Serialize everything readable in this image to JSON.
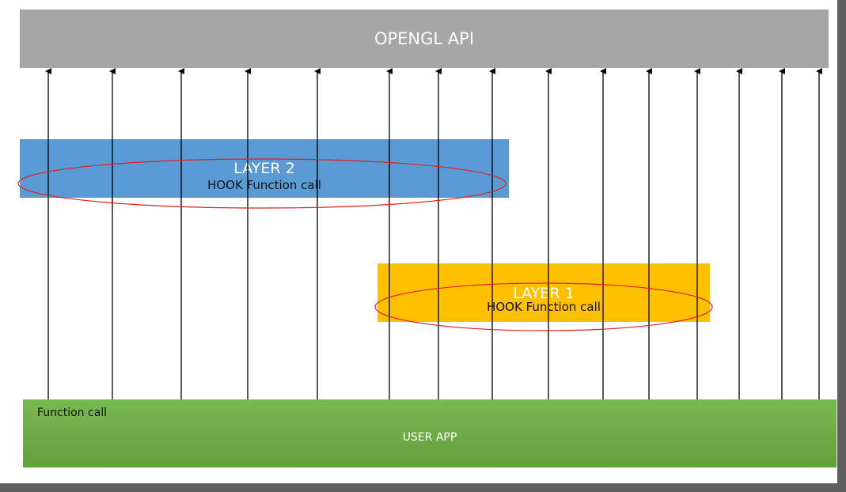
{
  "opengl": {
    "label": "OPENGL API",
    "color": "#a6a6a6"
  },
  "layer2": {
    "label": "LAYER 2",
    "hook": "HOOK Function call",
    "color": "#5b9bd5"
  },
  "layer1": {
    "label": "LAYER 1",
    "hook": "HOOK Function call",
    "color": "#ffc000"
  },
  "user_app": {
    "label": "USER APP",
    "function_call": "Function call",
    "color": "#70ad47"
  },
  "highlight_color": "#e02020",
  "arrow_color": "#000000",
  "calls": [
    {
      "name": "call-1",
      "hooked_by_layer2": true,
      "hooked_by_layer1": false
    },
    {
      "name": "call-2",
      "hooked_by_layer2": true,
      "hooked_by_layer1": false
    },
    {
      "name": "call-3",
      "hooked_by_layer2": true,
      "hooked_by_layer1": false
    },
    {
      "name": "call-4",
      "hooked_by_layer2": true,
      "hooked_by_layer1": false
    },
    {
      "name": "call-5",
      "hooked_by_layer2": true,
      "hooked_by_layer1": false
    },
    {
      "name": "call-6",
      "hooked_by_layer2": true,
      "hooked_by_layer1": true
    },
    {
      "name": "call-7",
      "hooked_by_layer2": true,
      "hooked_by_layer1": true
    },
    {
      "name": "call-8",
      "hooked_by_layer2": true,
      "hooked_by_layer1": true
    },
    {
      "name": "call-9",
      "hooked_by_layer2": false,
      "hooked_by_layer1": true
    },
    {
      "name": "call-10",
      "hooked_by_layer2": false,
      "hooked_by_layer1": true
    },
    {
      "name": "call-11",
      "hooked_by_layer2": false,
      "hooked_by_layer1": true
    },
    {
      "name": "call-12",
      "hooked_by_layer2": false,
      "hooked_by_layer1": true
    },
    {
      "name": "call-13",
      "hooked_by_layer2": false,
      "hooked_by_layer1": false
    },
    {
      "name": "call-14",
      "hooked_by_layer2": false,
      "hooked_by_layer1": false
    },
    {
      "name": "call-15",
      "hooked_by_layer2": false,
      "hooked_by_layer1": false
    }
  ]
}
